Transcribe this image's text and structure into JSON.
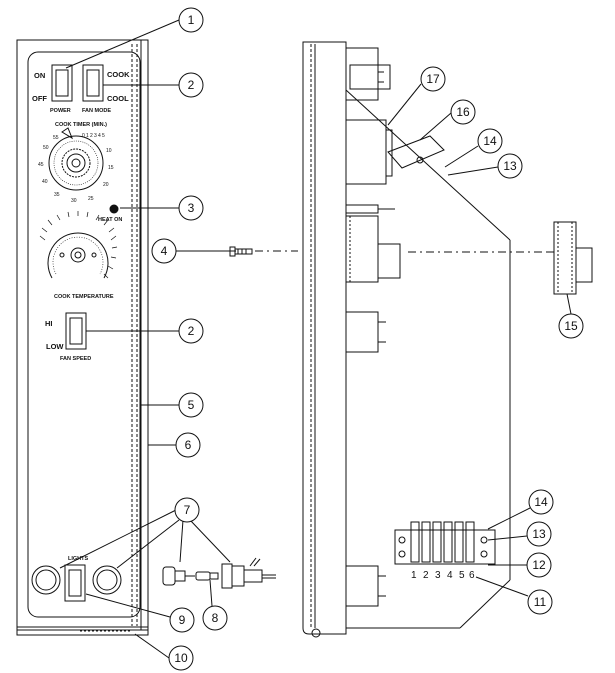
{
  "panel": {
    "on_label": "ON",
    "off_label": "OFF",
    "power_label": "POWER",
    "cook_label": "COOK",
    "cool_label": "COOL",
    "fan_mode_label": "FAN MODE",
    "timer_title": "COOK TIMER (MIN.)",
    "timer_marks": [
      "0",
      "1",
      "2",
      "3",
      "4",
      "5",
      "10",
      "15",
      "20",
      "25",
      "30",
      "35",
      "40",
      "45",
      "50",
      "55"
    ],
    "heat_on_label": "HEAT ON",
    "temp_title": "COOK TEMPERATURE",
    "hi_label": "HI",
    "low_label": "LOW",
    "fan_speed_label": "FAN SPEED",
    "lights_label": "LIGHTS"
  },
  "terminal_numbers": [
    "1",
    "2",
    "3",
    "4",
    "5",
    "6"
  ],
  "callouts": [
    "1",
    "2",
    "3",
    "4",
    "2",
    "5",
    "6",
    "7",
    "8",
    "9",
    "10",
    "17",
    "16",
    "14",
    "13",
    "15",
    "14",
    "13",
    "12",
    "11"
  ],
  "colors": {
    "line": "#111111",
    "background": "#ffffff"
  }
}
